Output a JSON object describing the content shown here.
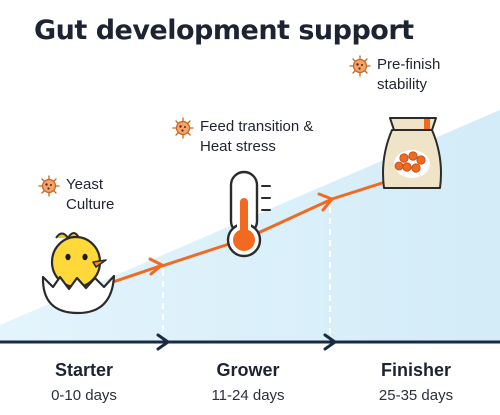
{
  "title": "Gut development support",
  "notes": [
    {
      "text": "Yeast Culture",
      "icon": "microbe-icon"
    },
    {
      "text": "Feed transition & Heat stress",
      "icon": "microbe-icon"
    },
    {
      "text": "Pre-finish stability",
      "icon": "microbe-icon"
    }
  ],
  "phases": [
    {
      "name": "Starter",
      "days": "0-10 days"
    },
    {
      "name": "Grower",
      "days": "11-24 days"
    },
    {
      "name": "Finisher",
      "days": "25-35 days"
    }
  ],
  "illustrations": {
    "starter": "chick-in-eggshell-icon",
    "grower": "thermometer-icon",
    "finisher": "feed-bag-icon"
  },
  "colors": {
    "growth_arrow": "#f26a21",
    "area_fill": "#dff2fb",
    "timeline": "#1b2a44",
    "microbe": "#e07a2f"
  }
}
